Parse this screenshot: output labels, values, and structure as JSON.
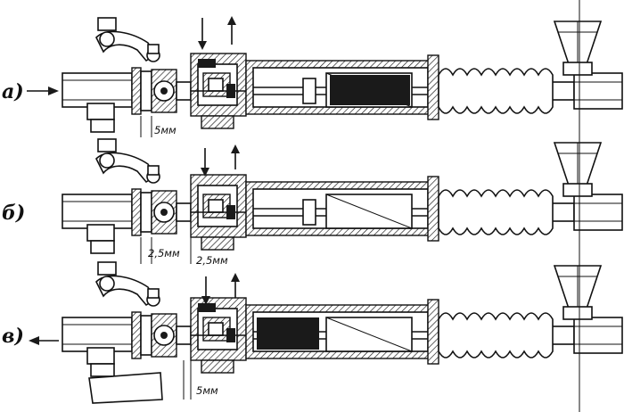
{
  "rows": [
    {
      "id": "a",
      "label": "а)",
      "arrow_direction": "right",
      "dims": [
        "5мм"
      ]
    },
    {
      "id": "b",
      "label": "б)",
      "arrow_direction": "none",
      "dims": [
        "2,5мм",
        "2,5мм"
      ]
    },
    {
      "id": "v",
      "label": "в)",
      "arrow_direction": "left",
      "dims": [
        "5мм"
      ]
    }
  ]
}
